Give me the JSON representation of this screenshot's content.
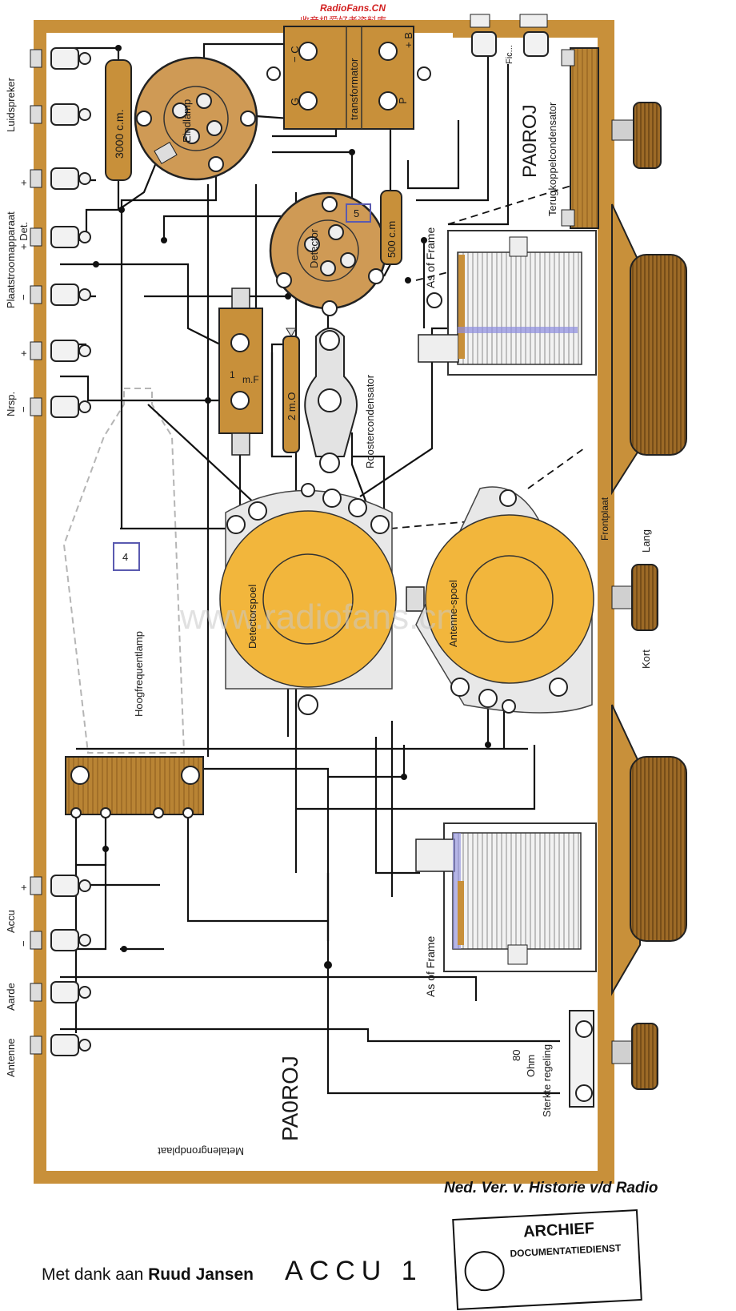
{
  "header": {
    "site": "RadioFans.CN",
    "site_cn": "收音机爱好者资料库"
  },
  "watermark": "www.radiofans.cn",
  "terminals_left": {
    "luidspreker": "Luidspreker",
    "plaatstroom": "Plaatstroomapparaat",
    "det": "+ Det.",
    "plus": "+",
    "minus": "−",
    "nrsp": "Nrsp.",
    "accu": "Accu",
    "aarde": "Aarde",
    "antenne": "Antenne"
  },
  "components": {
    "resistor_3000": "3000 c.m.",
    "eindlamp": "Eindlamp",
    "transformator": "transformator",
    "trans_c": "− C",
    "trans_b": "+ B",
    "trans_g": "G",
    "trans_p": "P",
    "detector": "Detector",
    "resistor_500": "500 c.m",
    "box5": "5",
    "cap_1mf_a": "1",
    "cap_1mf_b": "m.F",
    "gridleak": "2 m.O",
    "roostercondensator": "Roostercondensator",
    "hoogfrequentlamp": "Hoogfrequentlamp",
    "box4": "4",
    "detectorspoel": "Detectorspoel",
    "antennespoel": "Antenne-spoel",
    "as_of_frame_top": "As of Frame",
    "as_of_frame_bottom": "As of Frame",
    "terugkoppel": "Terugkoppelcondensator",
    "frontplaat": "Frontplaat",
    "lang": "Lang",
    "kort": "Kort",
    "ohm80": "80",
    "ohm": "Ohm",
    "sterkte": "Sterkte regeling",
    "metalengrondplaat": "Metalengrondplaat",
    "pa0roj": "PA0ROJ",
    "top_pin": "Fic..."
  },
  "footer": {
    "thanks_prefix": "Met dank aan",
    "thanks_name": "Ruud Jansen",
    "title": "ACCU 1",
    "org": "Ned. Ver. v. Historie v/d Radio",
    "stamp_1": "ARCHIEF",
    "stamp_2": "DOCUMENTATIEDIENST"
  },
  "colors": {
    "board": "#ffffff",
    "wood": "#c8903a",
    "wood_dark": "#7a4a16",
    "coil": "#f2b63c",
    "socket": "#cf9a55",
    "wire": "#111111"
  }
}
